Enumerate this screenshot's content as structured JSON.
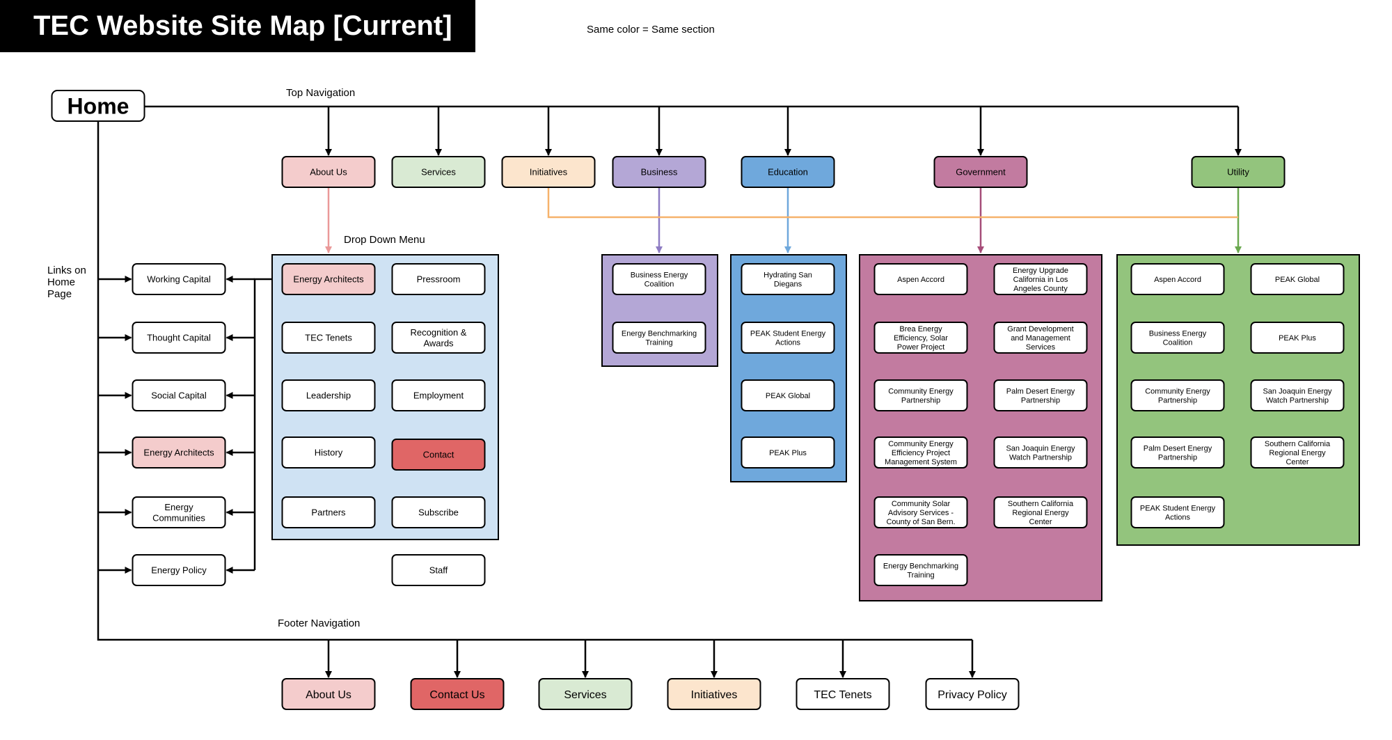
{
  "title": "TEC Website Site Map [Current]",
  "legend": "Same color = Same section",
  "labels": {
    "top_navigation": "Top Navigation",
    "drop_down_menu": "Drop Down Menu",
    "links_on_home_page": [
      "Links on",
      "Home",
      "Page"
    ],
    "footer_navigation": "Footer Navigation"
  },
  "colors": {
    "about": "#f4cccc",
    "services": "#d9ead3",
    "initiatives": "#fce5cd",
    "business": "#b4a7d6",
    "education": "#6fa8dc",
    "government": "#c27ba0",
    "utility": "#93c47d",
    "contact": "#e06666",
    "dropdown_panel": "#cfe2f3",
    "white": "#ffffff",
    "line_about": "#ea9999",
    "line_business": "#8e7cc3",
    "line_education": "#6fa8dc",
    "line_government": "#a64d79",
    "line_utility": "#6aa84f",
    "line_initiatives": "#f6b26b"
  },
  "home": {
    "label": "Home"
  },
  "top_nav": [
    {
      "key": "about",
      "label": "About Us"
    },
    {
      "key": "services",
      "label": "Services"
    },
    {
      "key": "initiatives",
      "label": "Initiatives"
    },
    {
      "key": "business",
      "label": "Business"
    },
    {
      "key": "education",
      "label": "Education"
    },
    {
      "key": "government",
      "label": "Government"
    },
    {
      "key": "utility",
      "label": "Utility"
    }
  ],
  "dropdown_menu": {
    "left": [
      "Energy Architects",
      "TEC Tenets",
      "Leadership",
      "History",
      "Partners"
    ],
    "right": [
      "Pressroom",
      "Recognition & Awards",
      "Employment",
      "Contact",
      "Subscribe"
    ],
    "extra": "Staff"
  },
  "home_page_links": [
    "Working Capital",
    "Thought Capital",
    "Social Capital",
    "Energy Architects",
    "Energy Communities",
    "Energy Policy"
  ],
  "business_items": [
    "Business Energy Coalition",
    "Energy Benchmarking Training"
  ],
  "education_items": [
    "Hydrating San Diegans",
    "PEAK Student Energy Actions",
    "PEAK Global",
    "PEAK Plus"
  ],
  "government_items": {
    "left": [
      "Aspen Accord",
      "Brea Energy Efficiency, Solar Power Project",
      "Community Energy Partnership",
      "Community Energy Efficiency Project Management System",
      "Community Solar Advisory Services - County of San Bern.",
      "Energy Benchmarking Training"
    ],
    "right": [
      "Energy Upgrade California in Los Angeles County",
      "Grant Development and Management Services",
      "Palm Desert Energy Partnership",
      "San Joaquin Energy Watch Partnership",
      "Southern California Regional Energy Center"
    ]
  },
  "utility_items": {
    "left": [
      "Aspen Accord",
      "Business Energy Coalition",
      "Community Energy Partnership",
      "Palm Desert Energy Partnership",
      "PEAK Student Energy Actions"
    ],
    "right": [
      "PEAK Global",
      "PEAK Plus",
      "San Joaquin Energy Watch Partnership",
      "Southern California Regional Energy Center"
    ]
  },
  "footer_nav": [
    {
      "key": "about",
      "label": "About Us"
    },
    {
      "key": "contact",
      "label": "Contact Us"
    },
    {
      "key": "services",
      "label": "Services"
    },
    {
      "key": "initiatives",
      "label": "Initiatives"
    },
    {
      "key": "white",
      "label": "TEC Tenets"
    },
    {
      "key": "white",
      "label": "Privacy Policy"
    }
  ]
}
